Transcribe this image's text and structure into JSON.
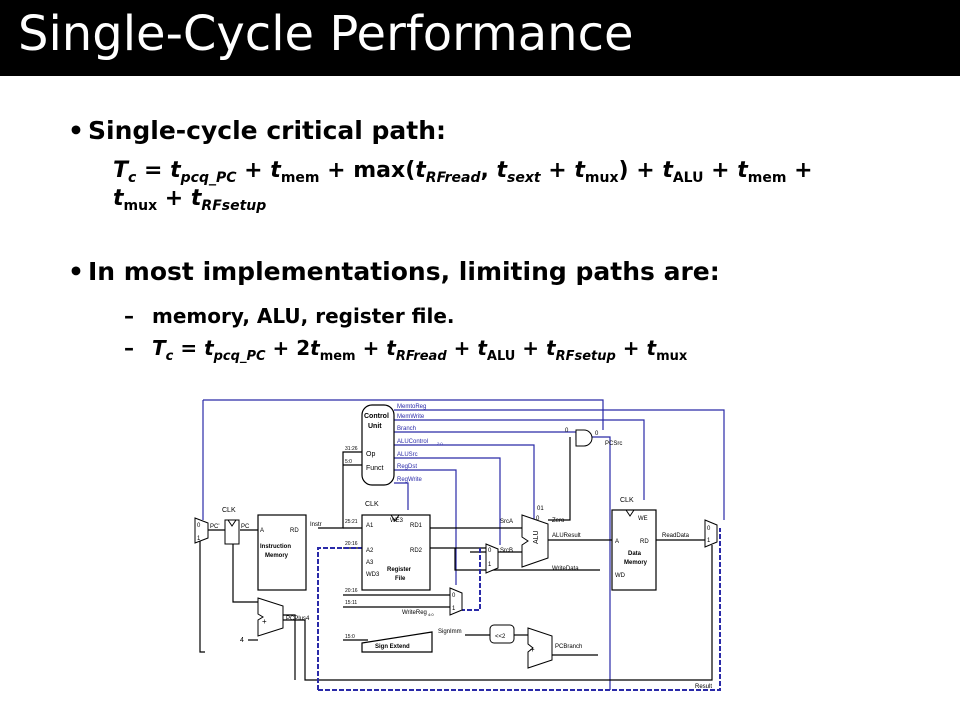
{
  "header": {
    "title": "Single-Cycle Performance"
  },
  "bullets": [
    {
      "marker": "•",
      "text": "Single-cycle critical path:"
    },
    {
      "marker": "•",
      "text": "In most implementations, limiting paths are:"
    }
  ],
  "formula1": {
    "T": "T",
    "c": "c",
    "eq": " = ",
    "t": "t",
    "pcq_PC": "pcq_PC",
    "mem": "mem",
    "max": " + max(",
    "RFread": "RFread",
    "comma": ", ",
    "sext": "sext",
    "mux": "mux",
    "close": ") + ",
    "ALU": "ALU",
    "plus": " + ",
    "RFsetup": "RFsetup"
  },
  "sub_items": [
    {
      "marker": "–",
      "text": "memory, ALU, register file."
    },
    {
      "marker": "–",
      "formula_prefix": " = ",
      "two": "2"
    }
  ],
  "diagram": {
    "control_unit": [
      "Control",
      "Unit"
    ],
    "control_outputs": [
      "MemtoReg",
      "MemWrite",
      "Branch",
      "ALUControl",
      "ALUSrc",
      "RegDst",
      "RegWrite"
    ],
    "alucontrol_bits": "2:0",
    "op": "Op",
    "funct": "Funct",
    "bits": [
      "31:26",
      "5:0",
      "25:21",
      "20:16",
      "20:16",
      "15:11",
      "15:0"
    ],
    "clk": "CLK",
    "pc": "PC",
    "pc_prime": "PC'",
    "instr_mem": [
      "Instruction",
      "Memory"
    ],
    "a": "A",
    "rd": "RD",
    "instr": "Instr",
    "rf_ports": [
      "A1",
      "A2",
      "A3",
      "WD3",
      "WE3",
      "RD1",
      "RD2"
    ],
    "register_file": [
      "Register",
      "File"
    ],
    "srca": "SrcA",
    "srcb": "SrcB",
    "zero": "Zero",
    "aluresult": "ALUResult",
    "writedata": "WriteData",
    "data_mem": [
      "Data",
      "Memory"
    ],
    "we": "WE",
    "wd": "WD",
    "readdata": "ReadData",
    "writereg": "WriteReg",
    "writereg_bits": "4:0",
    "signimm": "SignImm",
    "sign_extend": "Sign Extend",
    "shift": "<<2",
    "pcplus4": "PCPlus4",
    "pcbranch": "PCBranch",
    "pcsrc": "PCSrc",
    "result": "Result",
    "alu_label": "ALU",
    "four": "4",
    "zero_bit": "0",
    "one_bit": "1",
    "zero_one": "01"
  }
}
